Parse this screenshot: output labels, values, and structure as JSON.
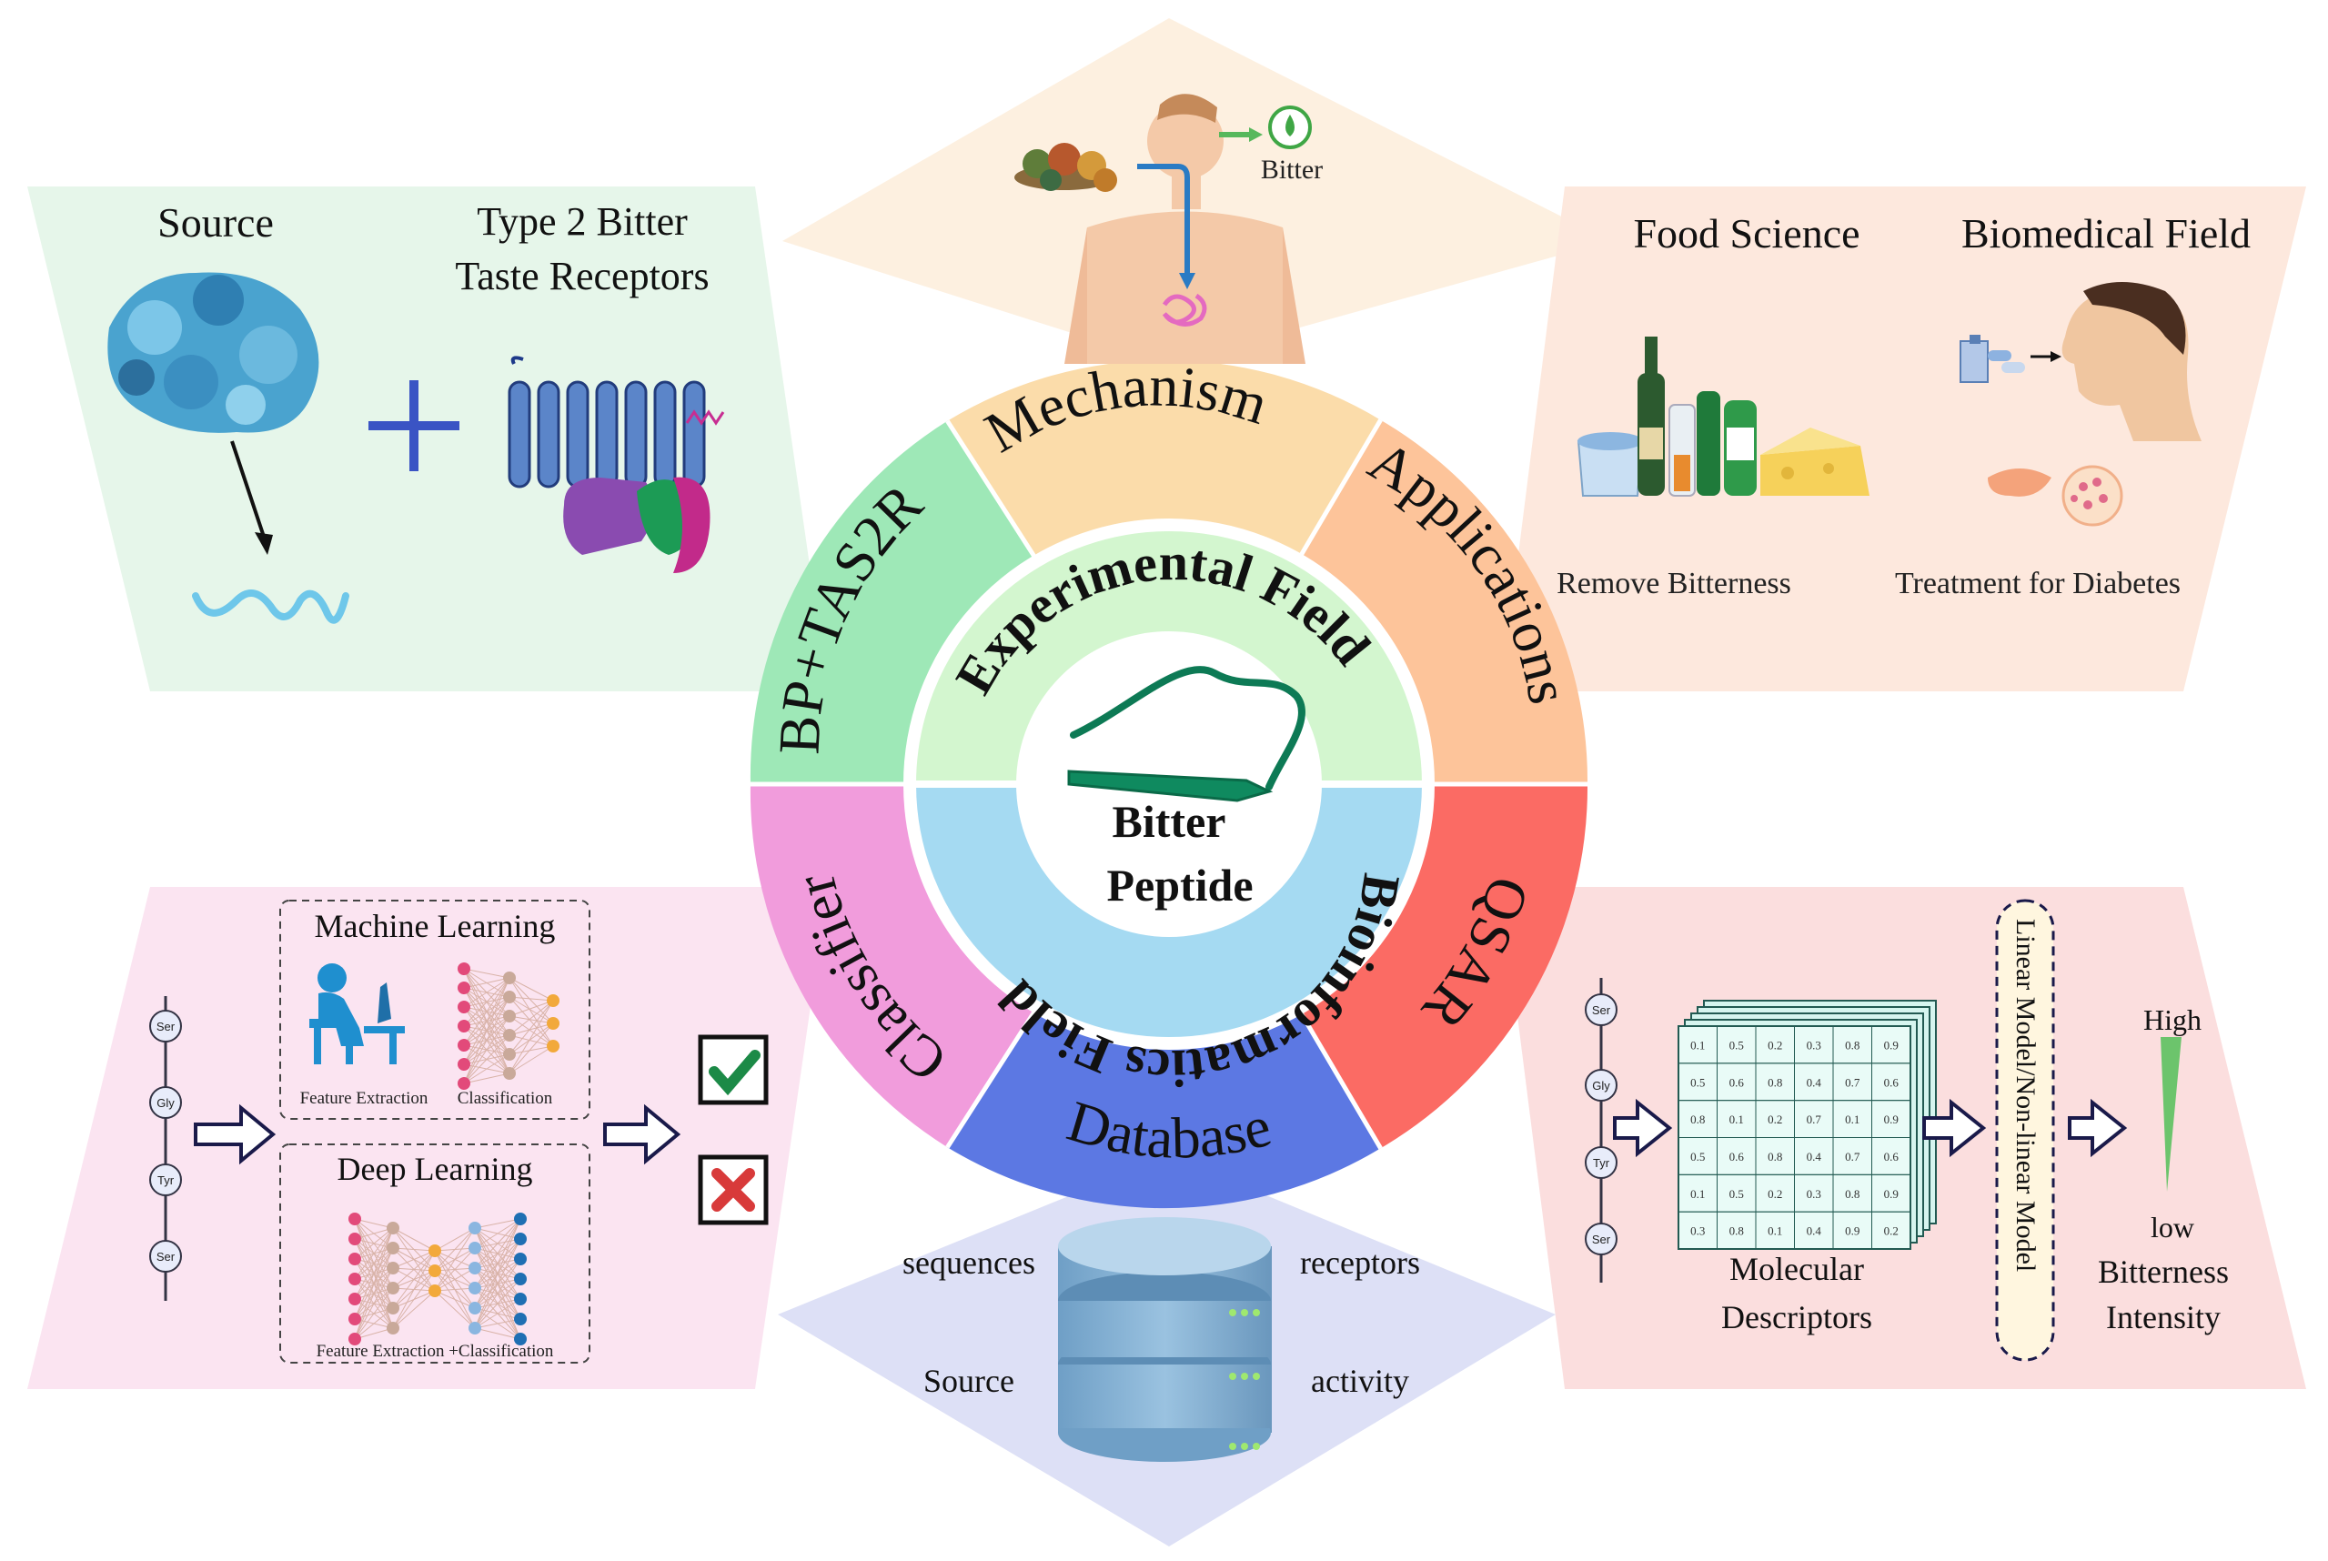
{
  "center": {
    "line1": "Bitter",
    "line2": "Peptide"
  },
  "inner_ring": {
    "top": "Experimental Field",
    "bottom": "Bioinformatics Field"
  },
  "outer_ring": {
    "mechanism": "Mechanism",
    "applications": "Applications",
    "qsar": "QSAR",
    "database": "Database",
    "classifier": "Classifier",
    "bp_tas2r": "BP+TAS2R"
  },
  "mechanism_panel": {
    "bitter_label": "Bitter"
  },
  "bp_tas2r_panel": {
    "source": "Source",
    "receptor_line1": "Type 2 Bitter",
    "receptor_line2": "Taste Receptors"
  },
  "applications_panel": {
    "food_science": "Food Science",
    "biomedical": "Biomedical Field",
    "remove_bitterness": "Remove Bitterness",
    "diabetes": "Treatment for Diabetes"
  },
  "classifier_panel": {
    "residues": [
      "Ser",
      "Gly",
      "Tyr",
      "Ser"
    ],
    "ml_title": "Machine Learning",
    "ml_feature": "Feature Extraction",
    "ml_class": "Classification",
    "dl_title": "Deep Learning",
    "dl_caption": "Feature Extraction +Classification"
  },
  "database_panel": {
    "sequences": "sequences",
    "receptors": "receptors",
    "source": "Source",
    "activity": "activity"
  },
  "qsar_panel": {
    "residues": [
      "Ser",
      "Gly",
      "Tyr",
      "Ser"
    ],
    "matrix": [
      [
        "0.1",
        "0.5",
        "0.2",
        "0.3",
        "0.8",
        "0.9"
      ],
      [
        "0.5",
        "0.6",
        "0.8",
        "0.4",
        "0.7",
        "0.6"
      ],
      [
        "0.8",
        "0.1",
        "0.2",
        "0.7",
        "0.1",
        "0.9"
      ],
      [
        "0.5",
        "0.6",
        "0.8",
        "0.4",
        "0.7",
        "0.6"
      ],
      [
        "0.1",
        "0.5",
        "0.2",
        "0.3",
        "0.8",
        "0.9"
      ],
      [
        "0.3",
        "0.8",
        "0.1",
        "0.4",
        "0.9",
        "0.2"
      ]
    ],
    "descriptors_line1": "Molecular",
    "descriptors_line2": "Descriptors",
    "model": "Linear Model/Non-linear Model",
    "high": "High",
    "low": "low",
    "intensity_line1": "Bitterness",
    "intensity_line2": "Intensity"
  },
  "colors": {
    "mechanism": "#fbdcaa",
    "applications": "#fdc49a",
    "qsar": "#fb6b64",
    "database": "#5c78e3",
    "classifier": "#f19cdc",
    "bp_tas2r": "#9ee8b7",
    "inner_top": "#d3f6cf",
    "inner_bottom": "#a5daf2"
  }
}
